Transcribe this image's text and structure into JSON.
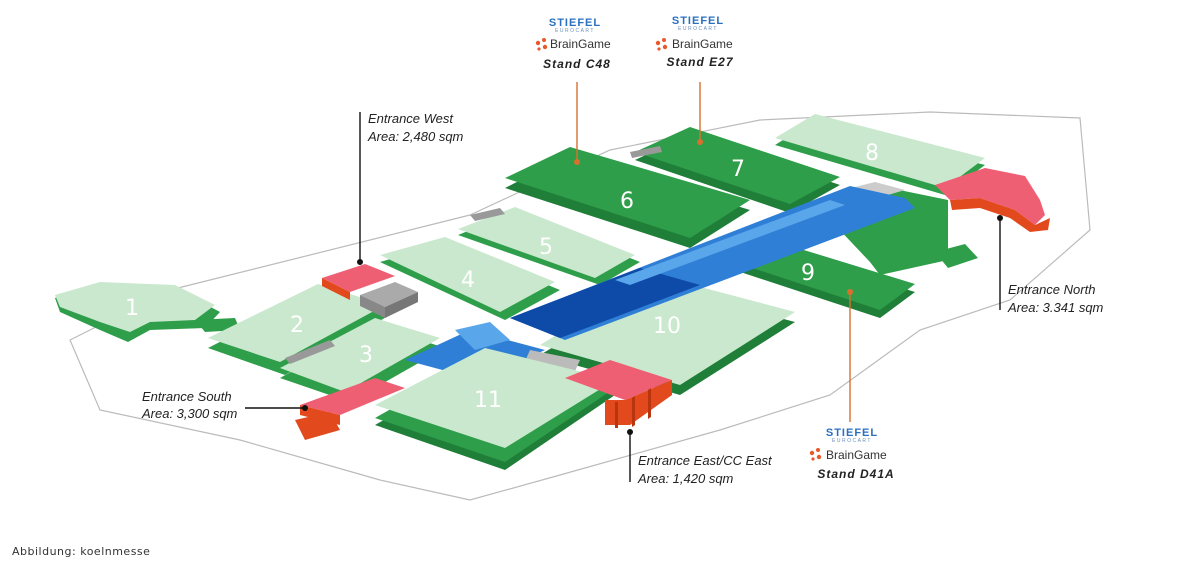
{
  "colors": {
    "hall_light": "#c9e8cd",
    "hall_dark": "#2e9e4a",
    "hall_edge": "#1f7e38",
    "corridor_blue": "#2f7fd6",
    "corridor_dark": "#0e4aa8",
    "entrance_pink": "#ef5f74",
    "entrance_red": "#e24a1e",
    "leader_orange": "#d9702e",
    "leader_black": "#111111"
  },
  "halls": [
    {
      "label": "1"
    },
    {
      "label": "2"
    },
    {
      "label": "3"
    },
    {
      "label": "4"
    },
    {
      "label": "5"
    },
    {
      "label": "6"
    },
    {
      "label": "7"
    },
    {
      "label": "8"
    },
    {
      "label": "9"
    },
    {
      "label": "10"
    },
    {
      "label": "11"
    }
  ],
  "entrances": {
    "west": {
      "title": "Entrance West",
      "area": "Area: 2,480 sqm"
    },
    "south": {
      "title": "Entrance South",
      "area": "Area: 3,300 sqm"
    },
    "east": {
      "title": "Entrance East/CC East",
      "area": "Area: 1,420 sqm"
    },
    "north": {
      "title": "Entrance North",
      "area": "Area: 3.341 sqm"
    }
  },
  "stands": [
    {
      "brand": "STIEFEL",
      "brand_sub": "EUROCART",
      "logo_text": "BrainGame",
      "stand": "Stand C48"
    },
    {
      "brand": "STIEFEL",
      "brand_sub": "EUROCART",
      "logo_text": "BrainGame",
      "stand": "Stand E27"
    },
    {
      "brand": "STIEFEL",
      "brand_sub": "EUROCART",
      "logo_text": "BrainGame",
      "stand": "Stand D41A"
    }
  ],
  "credit": "Abbildung: koelnmesse"
}
